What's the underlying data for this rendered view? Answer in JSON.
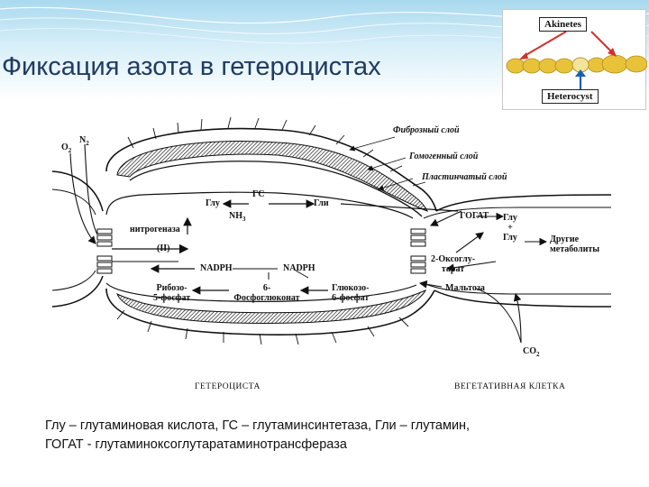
{
  "slide": {
    "title": "Фиксация азота в гетероцистах"
  },
  "inset": {
    "akinetes_label": "Akinetes",
    "heterocyst_label": "Heterocyst"
  },
  "diagram": {
    "o2": "O",
    "o2_sub": "2",
    "n2": "N",
    "n2_sub": "2",
    "fibrous_layer": "Фиброзный слой",
    "homogeneous_layer": "Гомогенный слой",
    "plasma_layer": "Пластинчатый слой",
    "glu_left": "Глу",
    "gs": "ГС",
    "gln": "Гли",
    "nh3": "NH",
    "nh3_sub": "3",
    "nitrogenase": "нитрогеназа",
    "ii": "(II)",
    "nadph_left": "NADPH",
    "nadph_right": "NADPH",
    "ribose_line1": "Рибозо-",
    "ribose_line2": "5-фосфат",
    "phosphogluconate_line1": "6-",
    "phosphogluconate_line2": "Фосфоглюконат",
    "glucose_line1": "Глюкозо-",
    "glucose_line2": "6-фосфат",
    "gogat": "ГОГАТ",
    "glu_plus_glu_1": "Глу",
    "plus": "+",
    "glu_plus_glu_2": "Глу",
    "other_metabolites_line1": "Другие",
    "other_metabolites_line2": "метаболиты",
    "oxoglutarate_line1": "2-Оксоглу-",
    "oxoglutarate_line2": "тарат",
    "maltose": "Мальтоза",
    "co2": "CO",
    "co2_sub": "2",
    "heterocyst_caption": "ГЕТЕРОЦИСТА",
    "vegetative_caption": "ВЕГЕТАТИВНАЯ КЛЕТКА"
  },
  "caption": {
    "line1": "Глу – глутаминовая кислота, ГС – глутаминсинтетаза, Гли – глутамин,",
    "line2": "ГОГАТ - глутаминоксоглутаратаминотрансфераза"
  },
  "colors": {
    "title": "#1f3b63",
    "header_top": "#a9d9ef",
    "filament": "#e8c33a",
    "arrow_red": "#d0322a",
    "arrow_blue": "#1a5fb4"
  }
}
